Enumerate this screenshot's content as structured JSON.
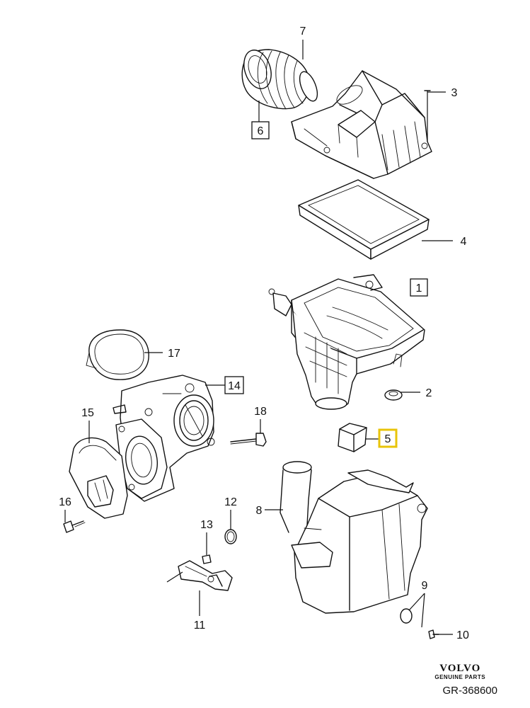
{
  "labels": {
    "p1": "1",
    "p2": "2",
    "p3": "3",
    "p4": "4",
    "p5": "5",
    "p6": "6",
    "p7": "7",
    "p8": "8",
    "p9": "9",
    "p10": "10",
    "p11": "11",
    "p12": "12",
    "p13": "13",
    "p14": "14",
    "p15": "15",
    "p16": "16",
    "p17": "17",
    "p18": "18"
  },
  "boxed_labels": [
    "1",
    "6",
    "14"
  ],
  "highlighted_label": "5",
  "highlight_color": "#e8c40a",
  "footer": {
    "brand": "VOLVO",
    "brand_sub": "GENUINE PARTS",
    "code": "GR-368600"
  }
}
